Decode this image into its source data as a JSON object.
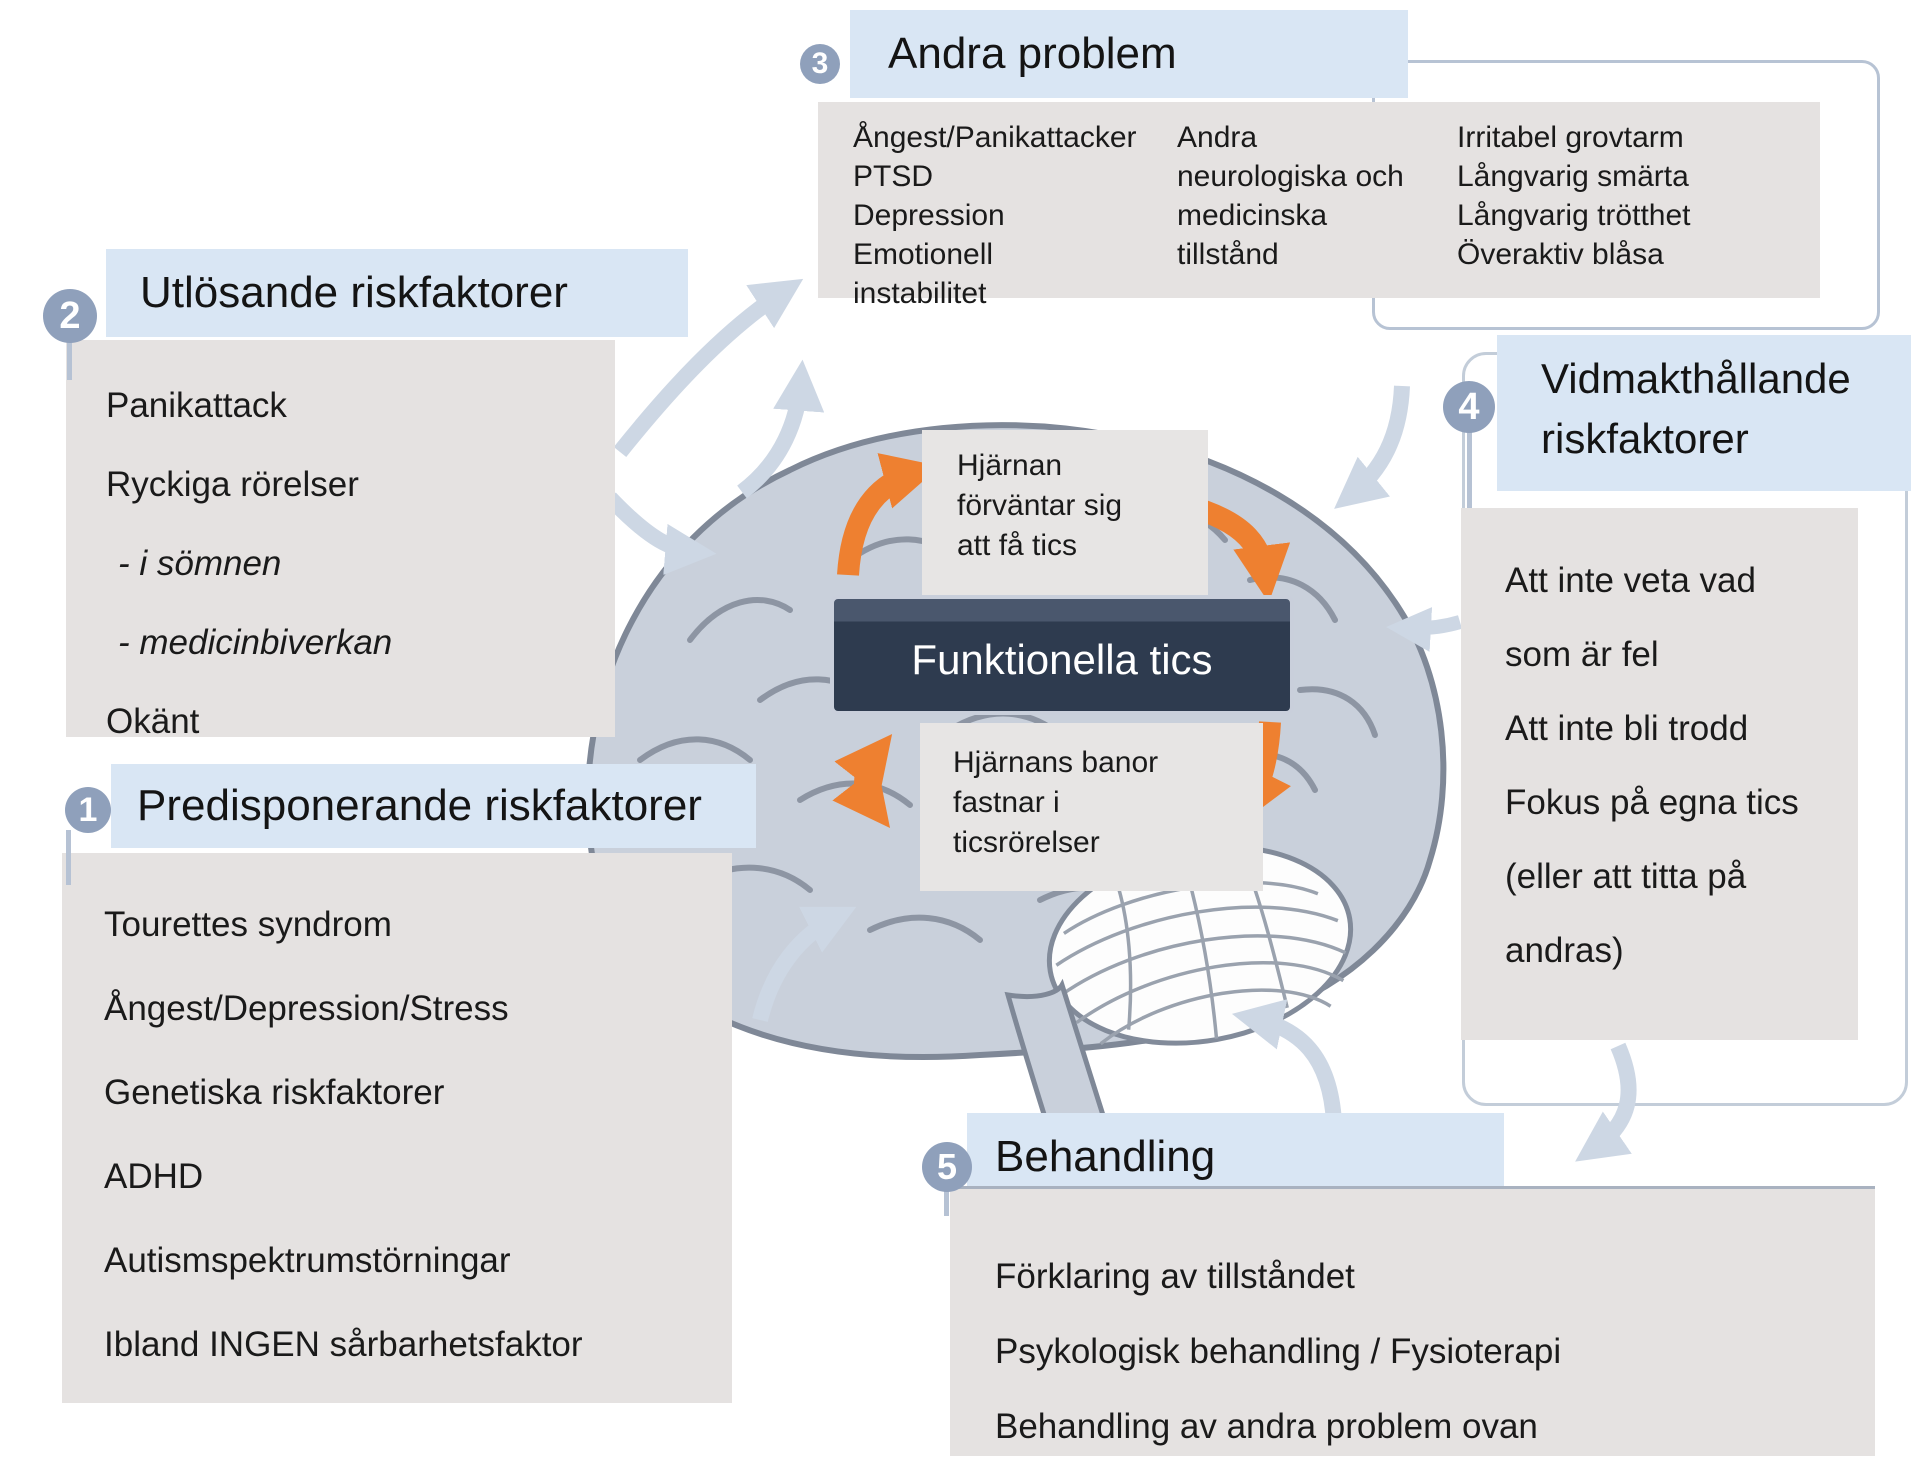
{
  "diagram_title": "Funktionella tics",
  "center": {
    "main_label": "Funktionella tics",
    "top_note": [
      "Hjärnan",
      "förväntar sig",
      "att få tics"
    ],
    "bottom_note": [
      "Hjärnans banor",
      "fastnar i",
      "ticsrörelser"
    ]
  },
  "boxes": {
    "predisposing": {
      "number": "1",
      "title": "Predisponerande riskfaktorer",
      "items": [
        "Tourettes syndrom",
        "Ångest/Depression/Stress",
        "Genetiska riskfaktorer",
        "ADHD",
        "Autismspektrumstörningar",
        "Ibland INGEN sårbarhetsfaktor"
      ]
    },
    "triggering": {
      "number": "2",
      "title": "Utlösande riskfaktorer",
      "items": [
        "Panikattack",
        "Ryckiga rörelser",
        "- i sömnen",
        "- medicinbiverkan",
        "Okänt"
      ]
    },
    "other_problems": {
      "number": "3",
      "title": "Andra problem",
      "col1": [
        "Ångest/Panikattacker",
        "PTSD",
        "Depression",
        "Emotionell",
        "instabilitet"
      ],
      "col2": [
        "Andra",
        "neurologiska och",
        "medicinska",
        "tillstånd"
      ],
      "col3": [
        "Irritabel grovtarm",
        "Långvarig smärta",
        "Långvarig trötthet",
        "Överaktiv blåsa"
      ]
    },
    "maintaining": {
      "number": "4",
      "title_line1": "Vidmakthållande",
      "title_line2": "riskfaktorer",
      "items": [
        "Att inte veta vad",
        "som är fel",
        "Att inte bli trodd",
        "Fokus på egna tics",
        "(eller att titta på",
        "andras)"
      ]
    },
    "treatment": {
      "number": "5",
      "title": "Behandling",
      "items": [
        "Förklaring av tillståndet",
        "Psykologisk behandling / Fysioterapi",
        "Behandling av andra problem ovan"
      ]
    }
  },
  "colors": {
    "header_blue": "#d9e6f4",
    "panel_gray": "#e5e2e1",
    "accent_orange": "#ee8030",
    "dark_navy": "#2e3b4f",
    "arrow_blue": "#cdd7e4",
    "badge_blue": "#8fa0bb",
    "brain_fill": "#c9d0db",
    "brain_outline": "#7f8897"
  }
}
